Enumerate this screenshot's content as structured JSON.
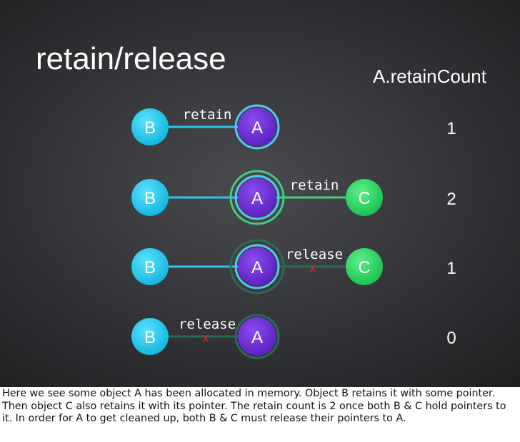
{
  "slide": {
    "title": "retain/release",
    "count_header": "A.retainCount"
  },
  "colors": {
    "node_b": "#17cdf1",
    "node_a": "#6a2ad0",
    "node_a_ring": "#4fc9ee",
    "node_c": "#24d25c",
    "retain_line": "#3fd07a",
    "b_line": "#2fc3ea",
    "released_line": "#2a6b58",
    "release_mark": "#e0262c"
  },
  "steps": [
    {
      "nodes": {
        "b": "B",
        "a": "A"
      },
      "edge": {
        "between": "b-a",
        "label": "retain",
        "released": false
      },
      "has_c": false,
      "retain_count": "1"
    },
    {
      "nodes": {
        "b": "B",
        "a": "A",
        "c": "C"
      },
      "edge": {
        "between": "a-c",
        "label": "retain",
        "released": false
      },
      "has_c": true,
      "retain_count": "2"
    },
    {
      "nodes": {
        "b": "B",
        "a": "A",
        "c": "C"
      },
      "edge": {
        "between": "a-c",
        "label": "release",
        "released": true,
        "mark": "x"
      },
      "has_c": true,
      "retain_count": "1"
    },
    {
      "nodes": {
        "b": "B",
        "a": "A"
      },
      "edge": {
        "between": "b-a",
        "label": "release",
        "released": true,
        "mark": "x"
      },
      "has_c": false,
      "retain_count": "0"
    }
  ],
  "caption": "Here we see some object A has been allocated in memory. Object B retains it with some pointer. Then object C also retains it with its pointer. The retain count is 2 once both B & C hold pointers to it. In order for A to get cleaned up, both B & C must release their pointers to A."
}
